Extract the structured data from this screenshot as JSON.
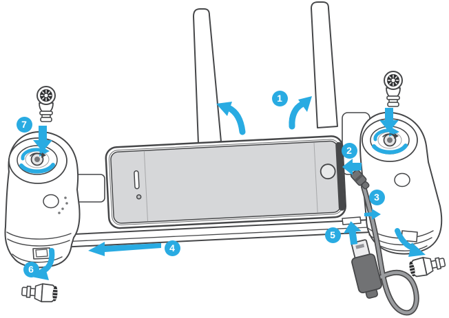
{
  "diagram": {
    "kind": "instruction-diagram",
    "subject": "remote-controller-phone-setup",
    "visible_text_only_numbers": true
  },
  "steps": [
    {
      "number": "1"
    },
    {
      "number": "2"
    },
    {
      "number": "3"
    },
    {
      "number": "4"
    },
    {
      "number": "5"
    },
    {
      "number": "6"
    },
    {
      "number": "7"
    }
  ],
  "colors": {
    "accent_blue": "#29ABE2",
    "line": "#454648",
    "phone_screen": "#D6D7D9",
    "phone_edge_dark": "#47484A",
    "cable_gray": "#9B9DA0",
    "connector_dark": "#717274",
    "metal_light": "#ECECEE"
  },
  "parts": [
    "antenna-left",
    "antenna-right",
    "phone",
    "phone-holder-bar",
    "left-grip",
    "right-grip",
    "control-stick-left",
    "control-stick-right",
    "control-stick-stored-left",
    "control-stick-stored-right",
    "usb-cable",
    "lightning-connector",
    "usb-connector"
  ]
}
